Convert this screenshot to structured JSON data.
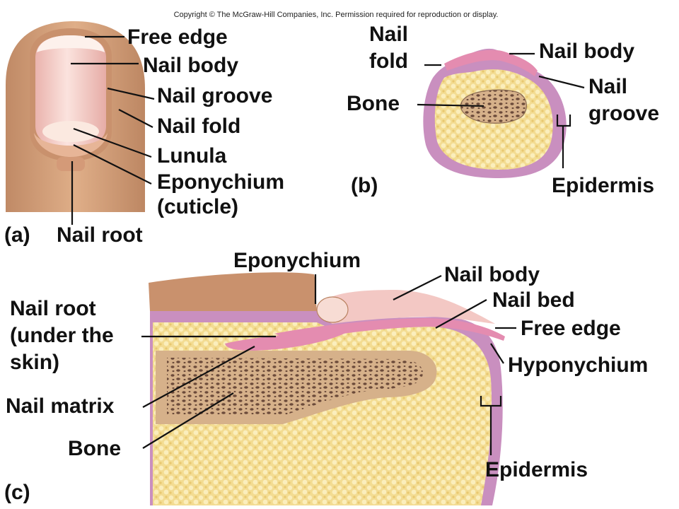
{
  "copyright": "Copyright © The McGraw-Hill Companies, Inc. Permission required for reproduction or display.",
  "panel_a": {
    "tag": "(a)",
    "labels": {
      "free_edge": "Free edge",
      "nail_body": "Nail body",
      "nail_groove": "Nail groove",
      "nail_fold": "Nail fold",
      "lunula": "Lunula",
      "eponychium": "Eponychium",
      "cuticle": "(cuticle)",
      "nail_root": "Nail root"
    }
  },
  "panel_b": {
    "tag": "(b)",
    "labels": {
      "nail_fold_1": "Nail",
      "nail_fold_2": "fold",
      "nail_body": "Nail body",
      "nail_groove_1": "Nail",
      "nail_groove_2": "groove",
      "bone": "Bone",
      "epidermis": "Epidermis"
    }
  },
  "panel_c": {
    "tag": "(c)",
    "labels": {
      "eponychium": "Eponychium",
      "nail_body": "Nail body",
      "nail_bed": "Nail bed",
      "nail_root_1": "Nail root",
      "nail_root_2": "(under the",
      "nail_root_3": "skin)",
      "free_edge": "Free edge",
      "hyponychium": "Hyponychium",
      "nail_matrix": "Nail matrix",
      "bone": "Bone",
      "epidermis": "Epidermis"
    }
  },
  "colors": {
    "skin": "#d9a47c",
    "skin_dark": "#b98160",
    "nail": "#f3c8c4",
    "lunula": "#fbe9e0",
    "epidermis": "#c98fbf",
    "nail_pink": "#e48cb0",
    "fat": "#f3dc92",
    "bone_tan": "#d6b18a",
    "spongy": "#6b4a3a"
  }
}
